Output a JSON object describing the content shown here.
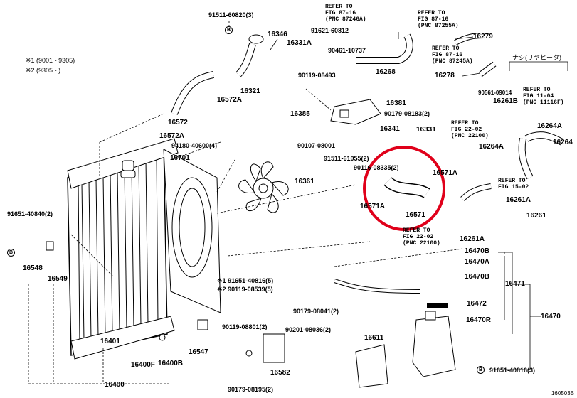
{
  "notes": {
    "note1": "※1 (9001 - 9305)",
    "note2": "※2 (9305 -       )"
  },
  "parts": {
    "p91511_60820": "91511-60820(3)",
    "p16346": "16346",
    "p16331A": "16331A",
    "p91621_60812": "91621-60812",
    "p90461_10737": "90461-10737",
    "p16268": "16268",
    "p16279": "16279",
    "p16278": "16278",
    "p16572A_top": "16572A",
    "p16321": "16321",
    "p90119_08493": "90119-08493",
    "p16572": "16572",
    "p16572A_left": "16572A",
    "p16381": "16381",
    "p16385": "16385",
    "p90179_08183": "90179-08183(2)",
    "p90561_09014": "90561-09014",
    "p16261B": "16261B",
    "p94180_40600": "94180-40600(4)",
    "p90107_08001": "90107-08001",
    "p16341": "16341",
    "p16331": "16331",
    "p16264A_r": "16264A",
    "p16264A_m": "16264A",
    "p16264": "16264",
    "p16701": "16701",
    "p91511_61055": "91511-61055(2)",
    "p90116_08335": "90116-08335(2)",
    "p16571A_top": "16571A",
    "p16361": "16361",
    "p16571A_left": "16571A",
    "p16571": "16571",
    "p16261A_r": "16261A",
    "p16261": "16261",
    "p16261A_b": "16261A",
    "p91651_40840": "91651-40840(2)",
    "p16548": "16548",
    "p16549": "16549",
    "p16470B_1": "16470B",
    "p16470A": "16470A",
    "p16470B_2": "16470B",
    "p16471": "16471",
    "p16472": "16472",
    "p16470R": "16470R",
    "p16470": "16470",
    "p91651_40816": "91651-40816(5)",
    "p90119_08539": "90119-08539(5)",
    "p90179_08041": "90179-08041(2)",
    "p90119_08801": "90119-08801(2)",
    "p90201_08036": "90201-08036(2)",
    "p16401": "16401",
    "p16547": "16547",
    "p16611": "16611",
    "p16400F": "16400F",
    "p16400B": "16400B",
    "p16582": "16582",
    "p16400": "16400",
    "p90179_08195": "90179-08195(2)",
    "p91651_40816_b": "91651-40816(3)"
  },
  "refs": {
    "r1": [
      "REFER TO",
      "FIG 87-16",
      "(PNC 87246A)"
    ],
    "r2": [
      "REFER TO",
      "FIG 87-16",
      "(PNC 87255A)"
    ],
    "r3": [
      "REFER TO",
      "FIG 87-16",
      "(PNC 87245A)"
    ],
    "r4": [
      "REFER TO",
      "FIG 11-04",
      "(PNC 11116F)"
    ],
    "r5": [
      "REFER TO",
      "FIG 22-02",
      "(PNC 22100)"
    ],
    "r6": [
      "REFER TO",
      "FIG 15-02"
    ],
    "r7": [
      "REFER TO",
      "FIG 22-02",
      "(PNC 22100)"
    ]
  },
  "nashi": "ナシ(リヤヒータ)",
  "prefix1": "※1",
  "prefix2": "※2",
  "badge_letter": "B",
  "drawing_code": "160503B",
  "highlight_color": "#e0001a"
}
